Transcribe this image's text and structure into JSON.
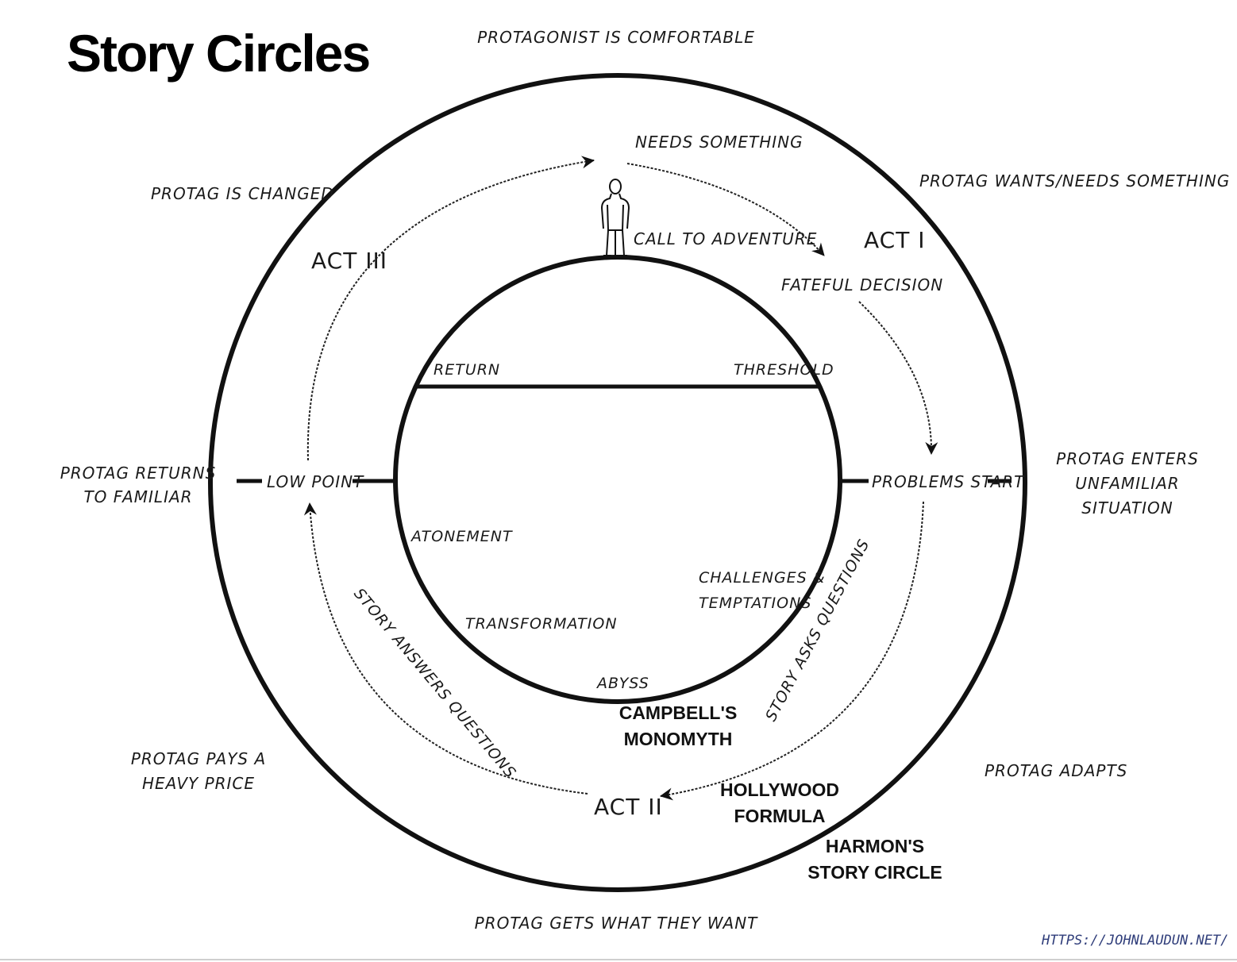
{
  "title": "Story Circles",
  "outer_labels": {
    "top": "PROTAGONIST IS COMFORTABLE",
    "top_right": "PROTAG WANTS/NEEDS SOMETHING",
    "right": [
      "PROTAG ENTERS",
      "UNFAMILIAR",
      "SITUATION"
    ],
    "bottom_right": "PROTAG ADAPTS",
    "bottom": "PROTAG GETS WHAT THEY WANT",
    "bottom_left": [
      "PROTAG PAYS A",
      "HEAVY PRICE"
    ],
    "left": [
      "PROTAG RETURNS",
      "TO FAMILIAR"
    ],
    "top_left": "PROTAG IS CHANGED"
  },
  "middle_ring": {
    "needs_something": "NEEDS SOMETHING",
    "call_to_adventure": "CALL TO ADVENTURE",
    "fateful_decision": "FATEFUL DECISION",
    "problems_start": "PROBLEMS START",
    "low_point": "LOW POINT",
    "act1": "ACT I",
    "act2": "ACT II",
    "act3": "ACT III",
    "story_asks": "STORY ASKS QUESTIONS",
    "story_answers": "STORY ANSWERS QUESTIONS"
  },
  "inner_circle": {
    "return": "RETURN",
    "threshold": "THRESHOLD",
    "atonement": "ATONEMENT",
    "challenges": [
      "CHALLENGES &",
      "TEMPTATIONS"
    ],
    "transformation": "TRANSFORMATION",
    "abyss": "ABYSS"
  },
  "frameworks": {
    "campbell": [
      "CAMPBELL'S",
      "MONOMYTH"
    ],
    "hollywood": [
      "HOLLYWOOD",
      "FORMULA"
    ],
    "harmon": [
      "HARMON'S",
      "STORY CIRCLE"
    ]
  },
  "footer_url": "HTTPS://JOHNLAUDUN.NET/"
}
